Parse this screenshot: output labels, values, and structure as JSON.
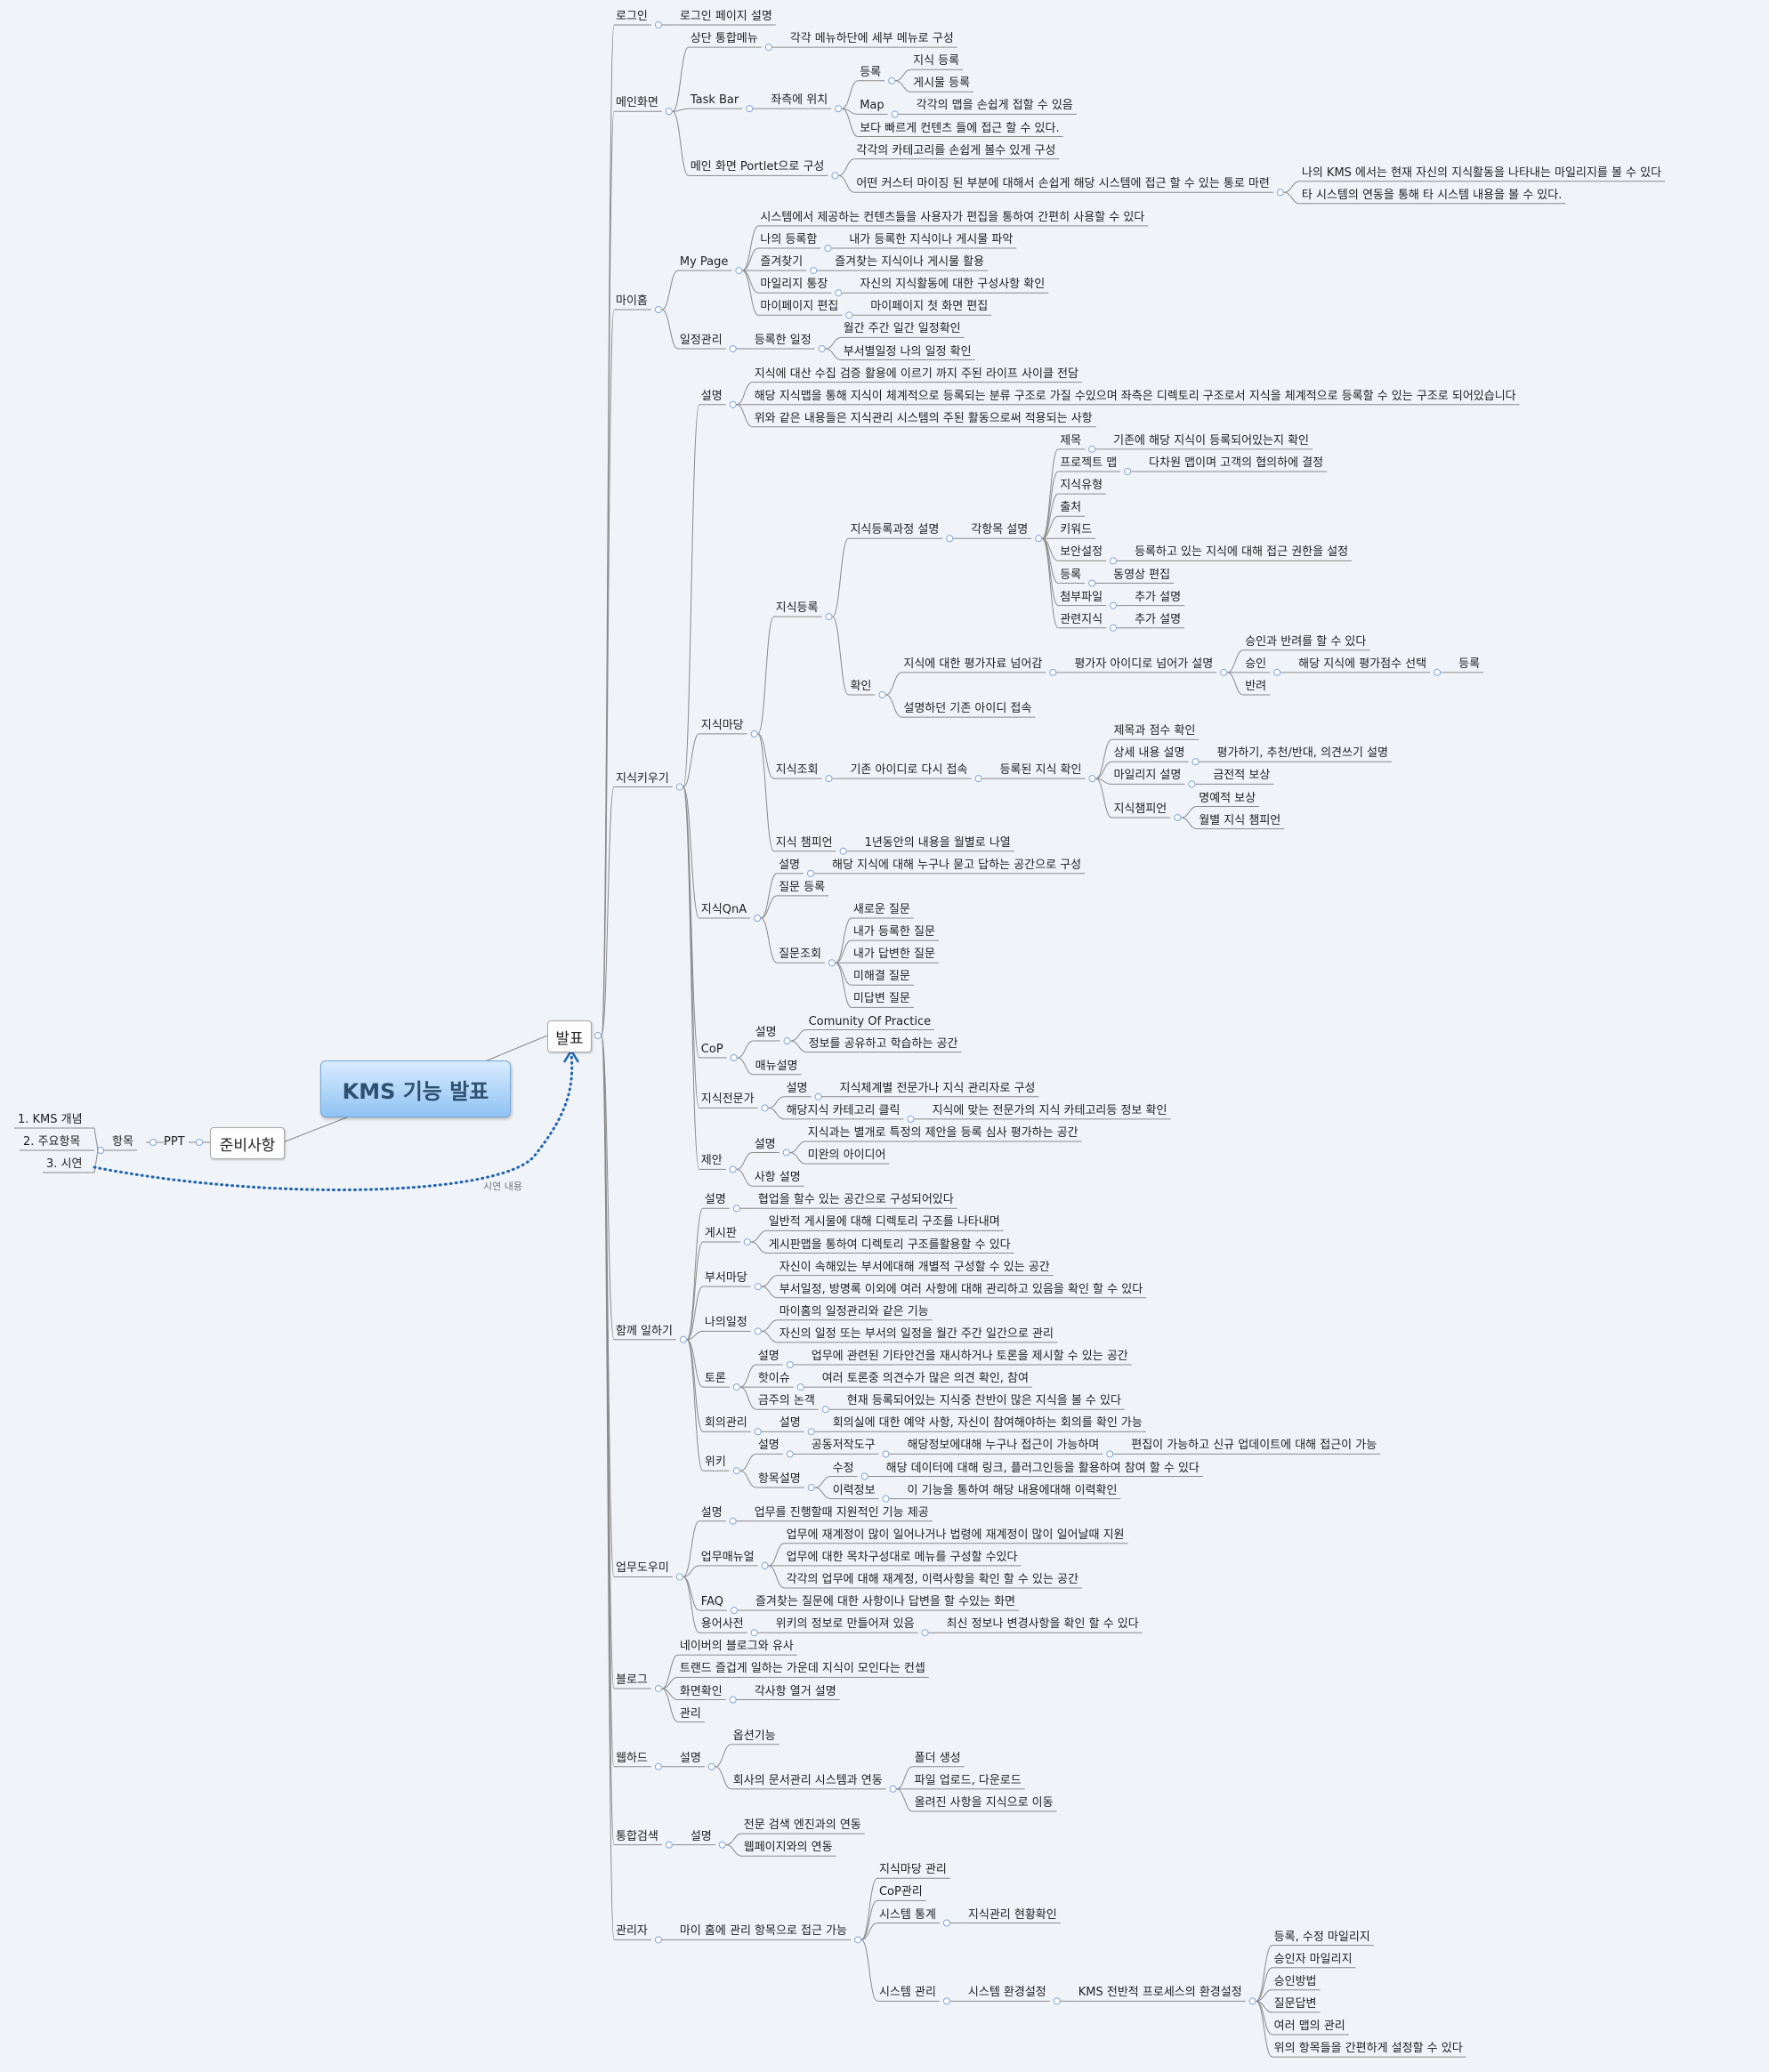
{
  "root": "KMS 기능 발표",
  "prep": {
    "label": "준비사항",
    "ppt": "PPT",
    "item": "항목",
    "list": [
      "1. KMS 개념",
      "2. 주요항목",
      "3. 시연"
    ]
  },
  "presentation": "발표",
  "relationship_label": "시연 내용",
  "colors": {
    "line": "#8a8a8a",
    "relationship": "#1f64b0",
    "collapse": "#7fa6d8",
    "root_fill": "#a9d2f7"
  },
  "tree": [
    {
      "t": "로그인",
      "c": [
        {
          "t": "로그인 페이지 설명"
        }
      ]
    },
    {
      "t": "메인화면",
      "c": [
        {
          "t": "상단 통합메뉴",
          "c": [
            {
              "t": "각각 메뉴하단에 세부 메뉴로 구성"
            }
          ]
        },
        {
          "t": "Task Bar",
          "c": [
            {
              "t": "좌측에 위치",
              "c": [
                {
                  "t": "등록",
                  "c": [
                    {
                      "t": "지식 등록"
                    },
                    {
                      "t": "게시물 등록"
                    }
                  ]
                },
                {
                  "t": "Map",
                  "c": [
                    {
                      "t": "각각의 맵을 손쉽게 접할 수 있음"
                    }
                  ]
                },
                {
                  "t": "보다 빠르게 컨텐츠 들에 접근 할 수 있다."
                }
              ]
            }
          ]
        },
        {
          "t": "메인 화면 Portlet으로 구성",
          "c": [
            {
              "t": "각각의 카테고리를 손쉽게 볼수 있게 구성"
            },
            {
              "t": "어떤 커스터 마이징 된 부분에 대해서 손쉽게 해당 시스템에 접근 할 수 있는 통로 마련",
              "c": [
                {
                  "t": "나의 KMS 에서는 현재 자신의 지식활동을 나타내는 마일리지를 볼 수 있다"
                },
                {
                  "t": "타 시스템의 연동을 통해 타 시스템 내용을 볼 수 있다."
                }
              ]
            }
          ]
        }
      ]
    },
    {
      "t": "마이홈",
      "c": [
        {
          "t": "My Page",
          "c": [
            {
              "t": "시스템에서 제공하는 컨텐츠들을 사용자가 편집을 통하여 간편히 사용할 수 있다"
            },
            {
              "t": "나의 등록함",
              "c": [
                {
                  "t": "내가 등록한 지식이나 게시물 파악"
                }
              ]
            },
            {
              "t": "즐겨찾기",
              "c": [
                {
                  "t": "즐겨찾는 지식이나 게시물 활용"
                }
              ]
            },
            {
              "t": "마일리지 통장",
              "c": [
                {
                  "t": "자신의 지식활동에 대한 구성사항 확인"
                }
              ]
            },
            {
              "t": "마이페이지 편집",
              "c": [
                {
                  "t": "마이페이지 첫 화면 편집"
                }
              ]
            }
          ]
        },
        {
          "t": "일정관리",
          "c": [
            {
              "t": "등록한 일정",
              "c": [
                {
                  "t": "월간 주간 일간 일정확인"
                },
                {
                  "t": "부서별일정 나의 일정 확인"
                }
              ]
            }
          ]
        }
      ]
    },
    {
      "t": "지식키우기",
      "c": [
        {
          "t": "설명",
          "c": [
            {
              "t": "지식에 대산 수집 검증 활용에 이르기 까지 주된 라이프 사이클 전담"
            },
            {
              "t": "해당 지식맵을 통해 지식이 체계적으로 등록되는 분류 구조로 가질 수있으며 좌측은 디렉토리 구조로서 지식을 체계적으로 등록할 수 있는 구조로 되어있습니다"
            },
            {
              "t": "위와 같은 내용들은 지식관리 시스템의 주된 활동으로써 적용되는 사항"
            }
          ]
        },
        {
          "t": "지식마당",
          "c": [
            {
              "t": "지식등록",
              "c": [
                {
                  "t": "지식등록과정 설명",
                  "c": [
                    {
                      "t": "각항목 설명",
                      "c": [
                        {
                          "t": "제목",
                          "c": [
                            {
                              "t": "기존에 해당 지식이 등록되어있는지 확인"
                            }
                          ]
                        },
                        {
                          "t": "프로젝트 맵",
                          "c": [
                            {
                              "t": "다차원 맵이며 고객의 협의하에 결정"
                            }
                          ]
                        },
                        {
                          "t": "지식유형"
                        },
                        {
                          "t": "출처"
                        },
                        {
                          "t": "키워드"
                        },
                        {
                          "t": "보안설정",
                          "c": [
                            {
                              "t": "등록하고 있는 지식에 대해 접근 권한을 설정"
                            }
                          ]
                        },
                        {
                          "t": "등록",
                          "c": [
                            {
                              "t": "동영상 편집"
                            }
                          ]
                        },
                        {
                          "t": "첨부파일",
                          "c": [
                            {
                              "t": "추가 설명"
                            }
                          ]
                        },
                        {
                          "t": "관련지식",
                          "c": [
                            {
                              "t": "추가 설명"
                            }
                          ]
                        }
                      ]
                    }
                  ]
                },
                {
                  "t": "확인",
                  "c": [
                    {
                      "t": "지식에 대한 평가자료 넘어감",
                      "c": [
                        {
                          "t": "평가자 아이디로 넘어가 설명",
                          "c": [
                            {
                              "t": "승인과 반려를 할 수 있다"
                            },
                            {
                              "t": "승인",
                              "c": [
                                {
                                  "t": "해당 지식에 평가점수 선택",
                                  "c": [
                                    {
                                      "t": "등록"
                                    }
                                  ]
                                }
                              ]
                            },
                            {
                              "t": "반려"
                            }
                          ]
                        }
                      ]
                    },
                    {
                      "t": "설명하던 기존 아이디 접속"
                    }
                  ]
                }
              ]
            },
            {
              "t": "지식조회",
              "c": [
                {
                  "t": "기존 아이디로 다시 접속",
                  "c": [
                    {
                      "t": "등록된 지식 확인",
                      "c": [
                        {
                          "t": "제목과 점수 확인"
                        },
                        {
                          "t": "상세 내용 설명",
                          "c": [
                            {
                              "t": "평가하기, 추천/반대, 의견쓰기 설명"
                            }
                          ]
                        },
                        {
                          "t": "마일리지 설명",
                          "c": [
                            {
                              "t": "금전적 보상"
                            }
                          ]
                        },
                        {
                          "t": "지식챔피언",
                          "c": [
                            {
                              "t": "명예적 보상"
                            },
                            {
                              "t": "월별 지식 챔피언"
                            }
                          ]
                        }
                      ]
                    }
                  ]
                }
              ]
            },
            {
              "t": "지식 챔피언",
              "c": [
                {
                  "t": "1년동안의 내용을 월별로 나열"
                }
              ]
            }
          ]
        },
        {
          "t": "지식QnA",
          "c": [
            {
              "t": "설명",
              "c": [
                {
                  "t": "해당 지식에 대해 누구나 묻고 답하는 공간으로 구성"
                }
              ]
            },
            {
              "t": "질문 등록"
            },
            {
              "t": "질문조회",
              "c": [
                {
                  "t": "새로운 질문"
                },
                {
                  "t": "내가 등록한 질문"
                },
                {
                  "t": "내가 답변한 질문"
                },
                {
                  "t": "미해결 질문"
                },
                {
                  "t": "미답변 질문"
                }
              ]
            }
          ]
        },
        {
          "t": "CoP",
          "c": [
            {
              "t": "설명",
              "c": [
                {
                  "t": "Comunity Of Practice"
                },
                {
                  "t": "정보를 공유하고 학습하는 공간"
                }
              ]
            },
            {
              "t": "매뉴설명"
            }
          ]
        },
        {
          "t": "지식전문가",
          "c": [
            {
              "t": "설명",
              "c": [
                {
                  "t": "지식체계별 전문가나 지식 관리자로 구성"
                }
              ]
            },
            {
              "t": "해당지식 카테고리 클릭",
              "c": [
                {
                  "t": "지식에 맞는 전문가의 지식 카테고리등 정보 확인"
                }
              ]
            }
          ]
        },
        {
          "t": "제안",
          "c": [
            {
              "t": "설명",
              "c": [
                {
                  "t": "지식과는 별개로 특정의 제안을 등록 심사 평가하는 공간"
                },
                {
                  "t": "미완의 아이디어"
                }
              ]
            },
            {
              "t": "사항 설명"
            }
          ]
        }
      ]
    },
    {
      "t": "함께 일하기",
      "c": [
        {
          "t": "설명",
          "c": [
            {
              "t": "협업을 할수 있는 공간으로 구성되어있다"
            }
          ]
        },
        {
          "t": "게시판",
          "c": [
            {
              "t": "일반적 게시물에 대해 디렉토리 구조를 나타내며"
            },
            {
              "t": "게시판맵을 통하여 디렉토리 구조를활용할 수 있다"
            }
          ]
        },
        {
          "t": "부서마당",
          "c": [
            {
              "t": "자신이 속해있는 부서에대해 개별적 구성할 수 있는 공간"
            },
            {
              "t": "부서일정, 방명록 이외에 여러 사항에 대해 관리하고 있음을 확인 할 수 있다"
            }
          ]
        },
        {
          "t": "나의일정",
          "c": [
            {
              "t": "마이홈의 일정관리와 같은 기능"
            },
            {
              "t": "자신의 일정 또는 부서의 일정을 월간 주간 일간으로 관리"
            }
          ]
        },
        {
          "t": "토론",
          "c": [
            {
              "t": "설명",
              "c": [
                {
                  "t": "업무에 관련된 기타안건을 재시하거나 토론을 제시할 수 있는 공간"
                }
              ]
            },
            {
              "t": "핫이슈",
              "c": [
                {
                  "t": "여러 토론중 의견수가 많은 의견 확인, 참여"
                }
              ]
            },
            {
              "t": "금주의 논객",
              "c": [
                {
                  "t": "현재 등록되어있는 지식중 찬반이 많은 지식을 볼 수 있다"
                }
              ]
            }
          ]
        },
        {
          "t": "회의관리",
          "c": [
            {
              "t": "설명",
              "c": [
                {
                  "t": "회의실에 대한 예약 사항, 자신이 참여해야하는 회의를 확인 가능"
                }
              ]
            }
          ]
        },
        {
          "t": "위키",
          "c": [
            {
              "t": "설명",
              "c": [
                {
                  "t": "공동저작도구",
                  "c": [
                    {
                      "t": "해당정보에대해 누구나 접근이 가능하며",
                      "c": [
                        {
                          "t": "편집이 가능하고 신규 업데이트에 대해 접근이 가능"
                        }
                      ]
                    }
                  ]
                }
              ]
            },
            {
              "t": "항목설명",
              "c": [
                {
                  "t": "수정",
                  "c": [
                    {
                      "t": "해당 데이터에 대해 링크, 플러그인등을 활용하여 참여 할 수 있다"
                    }
                  ]
                },
                {
                  "t": "이력정보",
                  "c": [
                    {
                      "t": "이 기능을 통하여 해당 내용에대해 이력확인"
                    }
                  ]
                }
              ]
            }
          ]
        }
      ]
    },
    {
      "t": "업무도우미",
      "c": [
        {
          "t": "설명",
          "c": [
            {
              "t": "업무를 진행할때 지원적인 기능 제공"
            }
          ]
        },
        {
          "t": "업무매뉴얼",
          "c": [
            {
              "t": "업무에 재계정이 많이 일어나거나 법령에 재계정이 많이 일어날때 지원"
            },
            {
              "t": "업무에 대한 목차구성대로 메뉴를 구성할 수있다"
            },
            {
              "t": "각각의 업무에 대해 재계정, 이력사항을 확인 할 수 있는 공간"
            }
          ]
        },
        {
          "t": "FAQ",
          "c": [
            {
              "t": "즐겨찾는 질문에 대한 사항이나 답변을 할 수있는 화면"
            }
          ]
        },
        {
          "t": "용어사전",
          "c": [
            {
              "t": "위키의 정보로 만들어져 있음",
              "c": [
                {
                  "t": "최신 정보나 변경사항을 확인 할 수 있다"
                }
              ]
            }
          ]
        }
      ]
    },
    {
      "t": "블로그",
      "c": [
        {
          "t": "네이버의 블로그와 유사"
        },
        {
          "t": "트랜드 즐겁게 일하는 가운데 지식이 모인다는 컨셉"
        },
        {
          "t": "화면확인",
          "c": [
            {
              "t": "각사항 열거 설명"
            }
          ]
        },
        {
          "t": "관리"
        }
      ]
    },
    {
      "t": "웹하드",
      "c": [
        {
          "t": "설명",
          "c": [
            {
              "t": "옵션기능"
            },
            {
              "t": "회사의 문서관리 시스템과 연동",
              "c": [
                {
                  "t": "폴더 생성"
                },
                {
                  "t": "파일 업로드, 다운로드"
                },
                {
                  "t": "올려진 사항을 지식으로 이동"
                }
              ]
            }
          ]
        }
      ]
    },
    {
      "t": "통합검색",
      "c": [
        {
          "t": "설명",
          "c": [
            {
              "t": "전문 검색 엔진과의 연동"
            },
            {
              "t": "웹페이지와의 연동"
            }
          ]
        }
      ]
    },
    {
      "t": "관리자",
      "c": [
        {
          "t": "마이 홈에 관리 항목으로 접근 가능",
          "c": [
            {
              "t": "지식마당 관리"
            },
            {
              "t": "CoP관리"
            },
            {
              "t": "시스템 통계",
              "c": [
                {
                  "t": "지식관리 현황확인"
                }
              ]
            },
            {
              "t": "시스템 관리",
              "c": [
                {
                  "t": "시스템 환경설정",
                  "c": [
                    {
                      "t": "KMS 전반적 프로세스의 환경설정",
                      "c": [
                        {
                          "t": "등록, 수정 마일리지"
                        },
                        {
                          "t": "승인자 마일리지"
                        },
                        {
                          "t": "승인방법"
                        },
                        {
                          "t": "질문답변"
                        },
                        {
                          "t": "여러 맵의 관리"
                        },
                        {
                          "t": "위의 항목들을 간편하게 설정할 수 있다"
                        }
                      ]
                    }
                  ]
                }
              ]
            }
          ]
        }
      ]
    }
  ]
}
